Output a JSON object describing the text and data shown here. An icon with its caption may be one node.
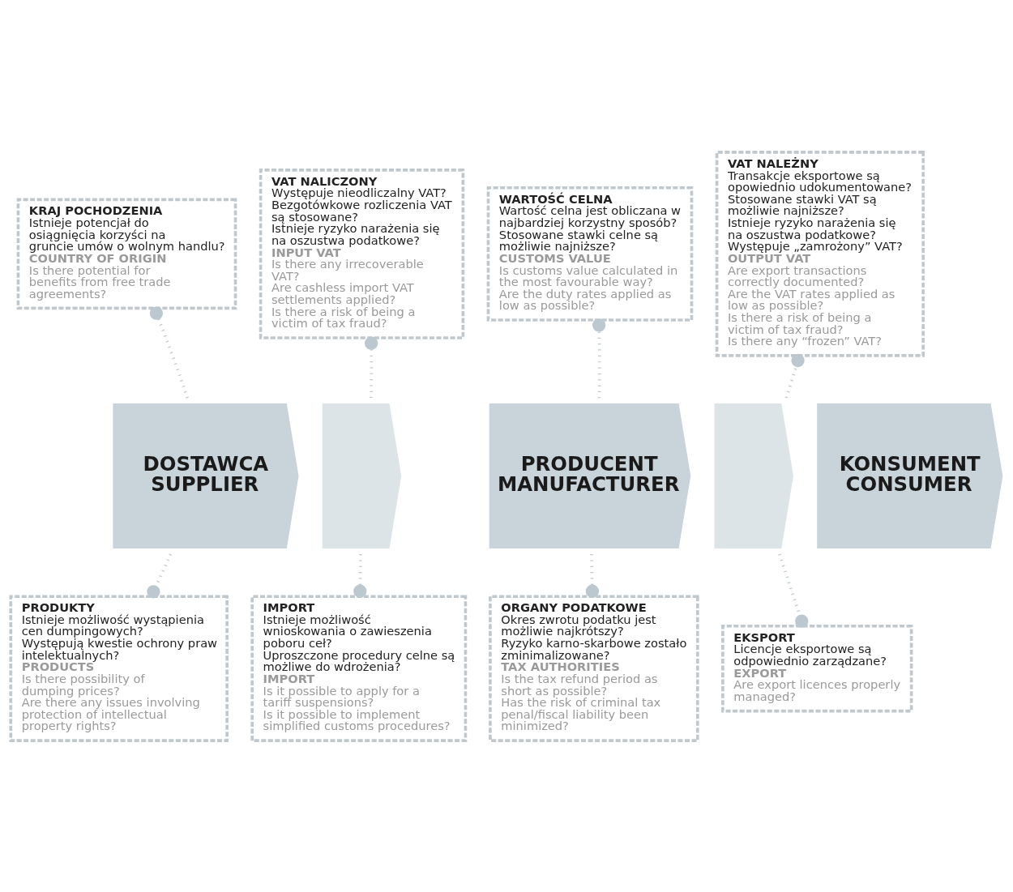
{
  "diagram": {
    "nodes": [
      {
        "text": [
          "KRAJ POCHODZENIA",
          "Istnieje potencjał do osiągnięcia korzyści na gruncie umów o wolnym handlu?",
          "COUNTRY OF ORIGIN",
          "Is there potential for benefits from free trade agreements?"
        ]
      },
      {
        "text": [
          "VAT NALICZONY",
          "Występuje nieodliczalny VAT?",
          "Bezgotówkowe rozliczenia VAT są stosowane?",
          "Istnieje ryzyko narażenia się na oszustwa podatkowe?",
          "INPUT VAT",
          "Is there any irrecoverable VAT?",
          "Are cashless import VAT settlements applied?",
          "Is there a risk of being a victim of tax fraud?"
        ]
      },
      {
        "text": [
          "WARTOŚĆ CELNA",
          "Wartość celna jest obliczana w najbardziej korzystny sposób?",
          "Stosowane stawki celne są możliwie najniższe?",
          "CUSTOMS VALUE",
          "Is customs value calculated in the most favourable way?",
          "Are the duty rates applied as low as possible?"
        ]
      },
      {
        "text": [
          "VAT NALEŻNY",
          "Transakcje eksportowe są opowiednio udokumentowane?",
          "Stosowane stawki VAT są możliwie najniższe?",
          "Istnieje ryzyko narażenia się na oszustwa podatkowe?",
          "Występuje „zamrożony” VAT?",
          "OUTPUT VAT",
          "Are export transactions correctly documented?",
          "Are the VAT rates applied as low as possible?",
          "Is there a risk of being a victim of tax fraud?",
          "Is there any “frozen” VAT?"
        ]
      },
      {
        "text": [
          "DOSTAWCA",
          "SUPPLIER"
        ]
      },
      {
        "text": [],
        "shape": "chevron"
      },
      {
        "text": [
          "PRODUCENT",
          "MANUFACTURER"
        ]
      },
      {
        "text": [],
        "shape": "chevron"
      },
      {
        "text": [
          "KONSUMENT",
          "CONSUMER"
        ]
      },
      {
        "text": [
          "PRODUKTY",
          "Istnieje możliwość wystąpienia cen dumpingowych?",
          "Występują kwestie ochrony praw intelektualnych?",
          "PRODUCTS",
          "Is there possibility of dumping prices?",
          "Are there any issues involving protection of intellectual property rights?"
        ]
      },
      {
        "text": [
          "IMPORT",
          "Istnieje możliwość wnioskowania o zawieszenia poboru ceł?",
          "Uproszczone procedury celne są możliwe do wdrożenia?",
          "IMPORT",
          "Is it possible to apply for a tariff suspensions?",
          "Is it possible to implement simplified customs procedures?"
        ]
      },
      {
        "text": [
          "ORGANY PODATKOWE",
          "Okres zwrotu podatku jest możliwie najkrótszy?",
          "Ryzyko karno-skarbowe zostało zminimalizowane?",
          "TAX AUTHORITIES",
          "Is the tax refund period as short as possible?",
          "Has the risk of criminal tax penal/fiscal liability been minimized?"
        ]
      },
      {
        "text": [
          "EKSPORT",
          "Licencje eksportowe są odpowiednio zarządzane?",
          "EXPORT",
          "Are export licences properly managed?"
        ]
      }
    ],
    "edges": [
      {
        "from": 4,
        "to": 0,
        "arrow": "other"
      },
      {
        "from": 5,
        "to": 1,
        "arrow": "other"
      },
      {
        "from": 6,
        "to": 2,
        "arrow": "other"
      },
      {
        "from": 7,
        "to": 3,
        "arrow": "other"
      },
      {
        "from": 4,
        "to": 9,
        "arrow": "other"
      },
      {
        "from": 5,
        "to": 10,
        "arrow": "other"
      },
      {
        "from": 6,
        "to": 11,
        "arrow": "other"
      },
      {
        "from": 7,
        "to": 12,
        "arrow": "other"
      }
    ]
  }
}
